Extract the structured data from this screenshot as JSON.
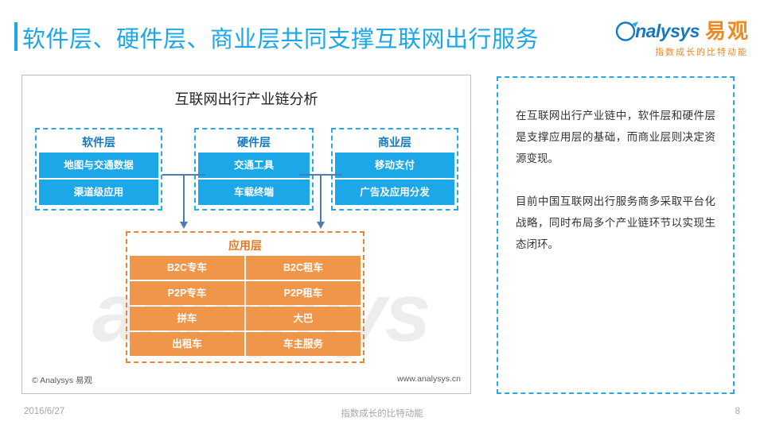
{
  "header": {
    "title": "软件层、硬件层、商业层共同支撑互联网出行服务",
    "accent_color": "#1CA7E8"
  },
  "logo": {
    "mark": "analysys-circle-icon",
    "english": "nalysys",
    "chinese": "易观",
    "tagline": "指数成长的比特动能",
    "en_color": "#1679C0",
    "cn_color": "#F08A1E"
  },
  "chart_panel": {
    "title": "互联网出行产业链分析",
    "watermark": "analysys",
    "copyright": "© Analysys 易观",
    "url": "www.analysys.cn",
    "layer_color": "#1CA7E8",
    "app_color": "#F0964B"
  },
  "chart_data": {
    "type": "diagram",
    "title": "互联网出行产业链分析",
    "supply_layers": [
      {
        "name": "软件层",
        "items": [
          "地图与交通数据",
          "渠道级应用"
        ]
      },
      {
        "name": "硬件层",
        "items": [
          "交通工具",
          "车载终端"
        ]
      },
      {
        "name": "商业层",
        "items": [
          "移动支付",
          "广告及应用分发"
        ]
      }
    ],
    "application_layer": {
      "name": "应用层",
      "items": [
        "B2C专车",
        "B2C租车",
        "P2P专车",
        "P2P租车",
        "拼车",
        "大巴",
        "出租车",
        "车主服务"
      ]
    },
    "connectors": [
      {
        "from": "软件层",
        "to": "应用层",
        "style": "arrow-down"
      },
      {
        "from": "硬件层",
        "to": "应用层",
        "style": "arrow-down"
      }
    ]
  },
  "commentary": {
    "paragraphs": [
      "在互联网出行产业链中，软件层和硬件层是支撑应用层的基础，而商业层则决定资源变现。",
      "目前中国互联网出行服务商多采取平台化战略，同时布局多个产业链环节以实现生态闭环。"
    ]
  },
  "footer": {
    "date": "2016/6/27",
    "slogan": "指数成长的比特动能",
    "page_number": "8"
  }
}
